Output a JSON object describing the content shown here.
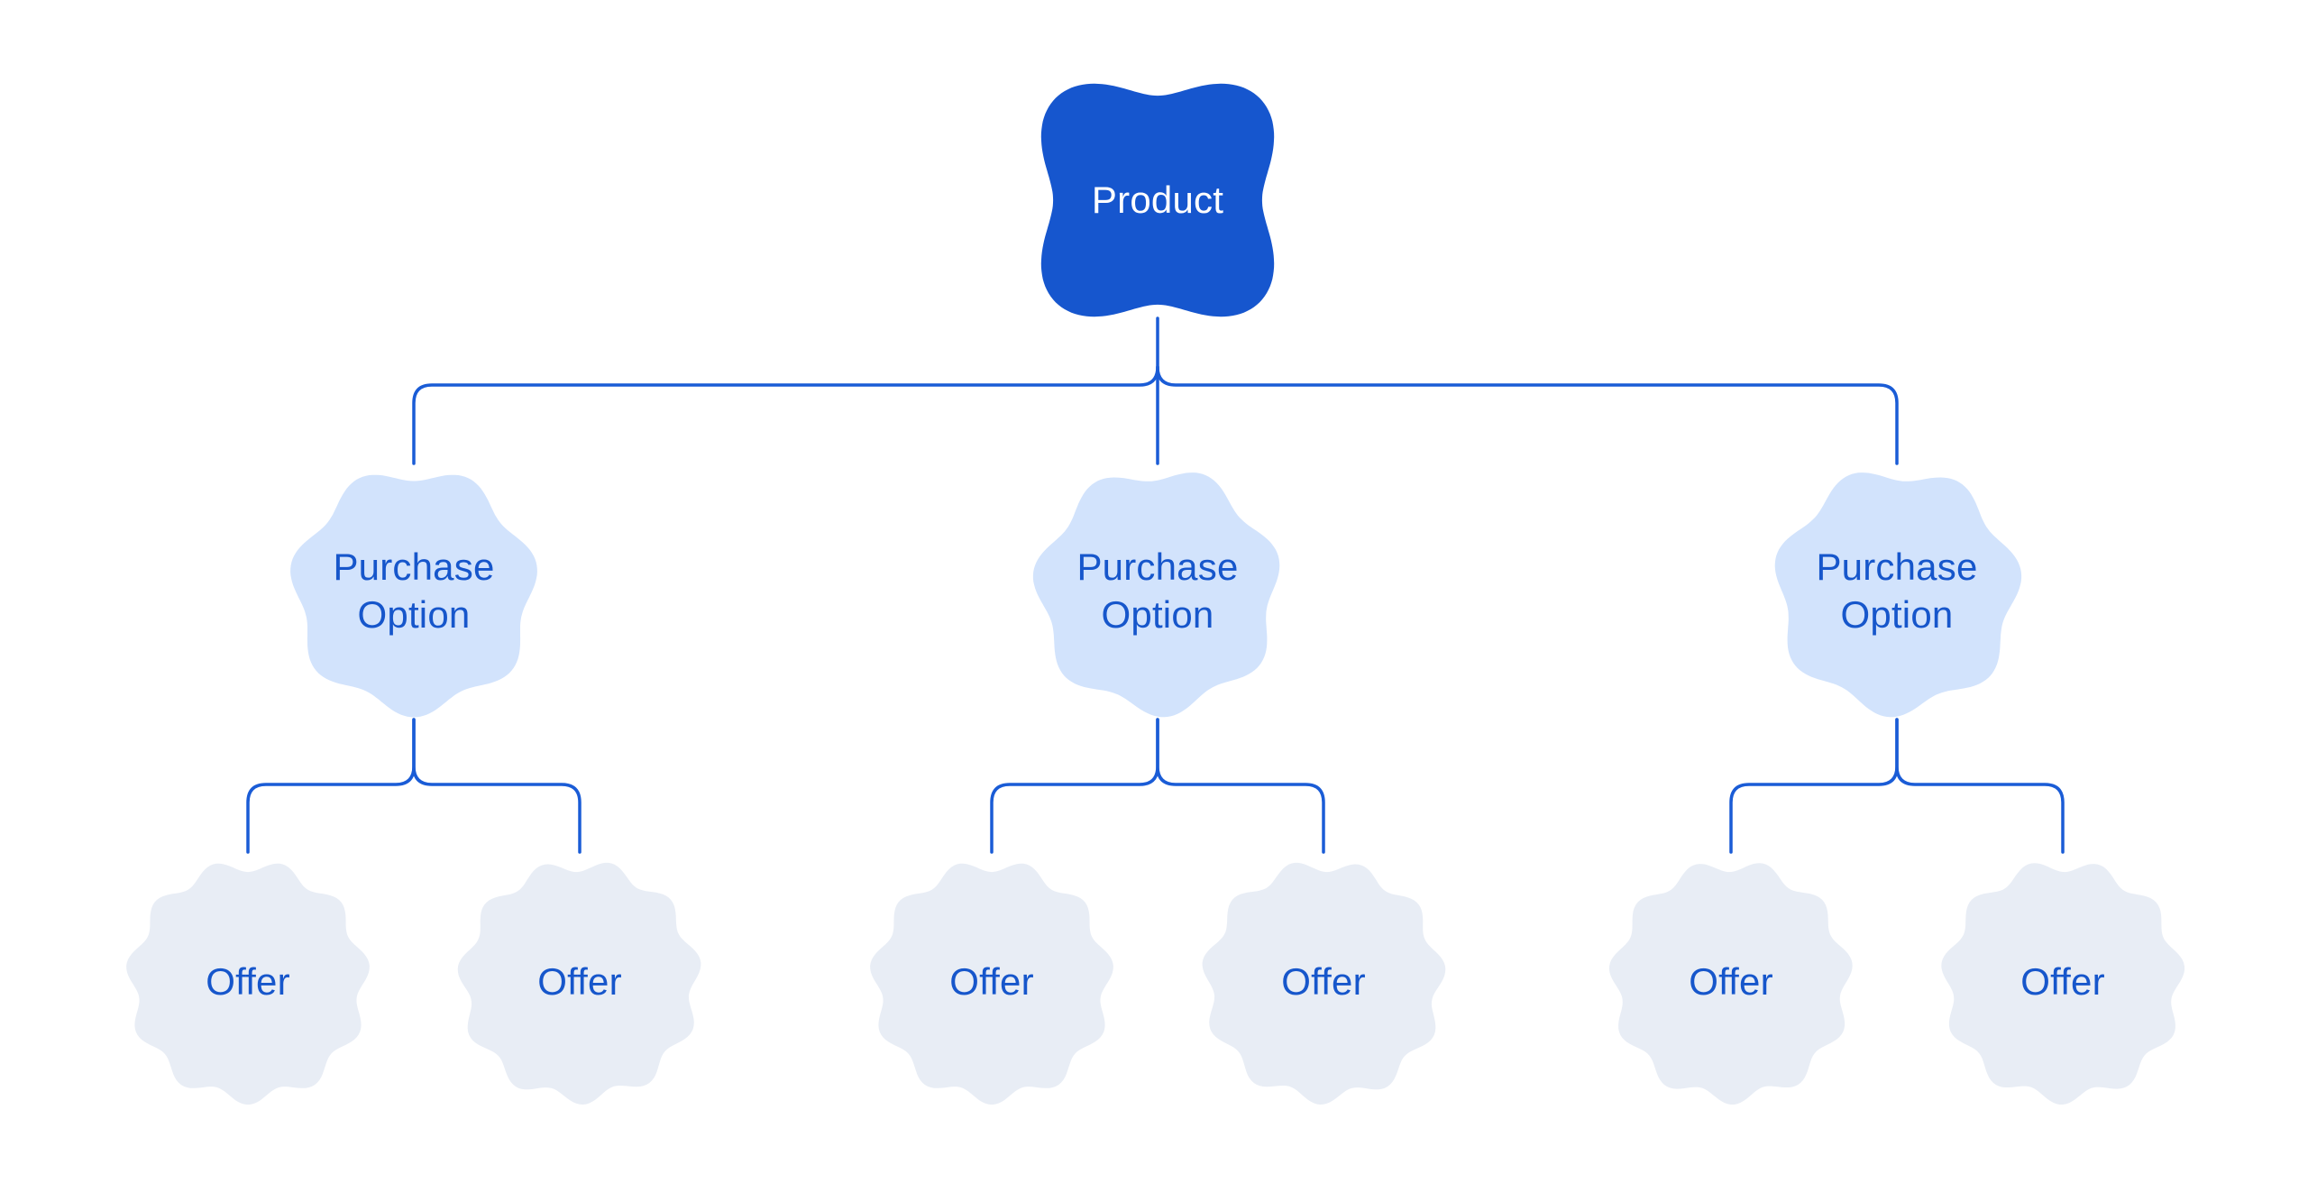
{
  "diagram": {
    "kind": "product-hierarchy-tree",
    "colors": {
      "primary": "#1656CE",
      "connector": "#1A5CD6",
      "option_fill": "#D2E3FC",
      "offer_fill": "#E8EDF5",
      "label_on_primary": "#FFFFFF",
      "label_on_light": "#1656CB",
      "background": "#FFFFFF"
    },
    "root": {
      "label": "Product"
    },
    "children": [
      {
        "label": "Purchase Option",
        "offers": [
          {
            "label": "Offer"
          },
          {
            "label": "Offer"
          }
        ]
      },
      {
        "label": "Purchase Option",
        "offers": [
          {
            "label": "Offer"
          },
          {
            "label": "Offer"
          }
        ]
      },
      {
        "label": "Purchase Option",
        "offers": [
          {
            "label": "Offer"
          },
          {
            "label": "Offer"
          }
        ]
      }
    ]
  }
}
